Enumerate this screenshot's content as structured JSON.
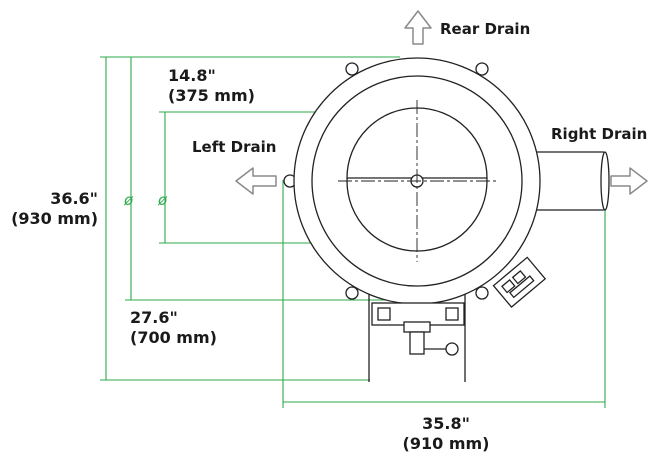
{
  "labels": {
    "rear_drain": "Rear Drain",
    "left_drain": "Left Drain",
    "right_drain": "Right Drain"
  },
  "dimensions": {
    "height_in": "36.6\"",
    "height_mm": "(930 mm)",
    "inner_dia_in": "14.8\"",
    "inner_dia_mm": "(375 mm)",
    "outer_dia_in": "27.6\"",
    "outer_dia_mm": "(700 mm)",
    "width_in": "35.8\"",
    "width_mm": "(910 mm)",
    "diameter_symbol": "ø"
  },
  "colors": {
    "dimension_line": "#2eaa4a",
    "drawing_line": "#222222",
    "arrow_fill": "#ffffff",
    "arrow_stroke": "#8a8a8a"
  }
}
